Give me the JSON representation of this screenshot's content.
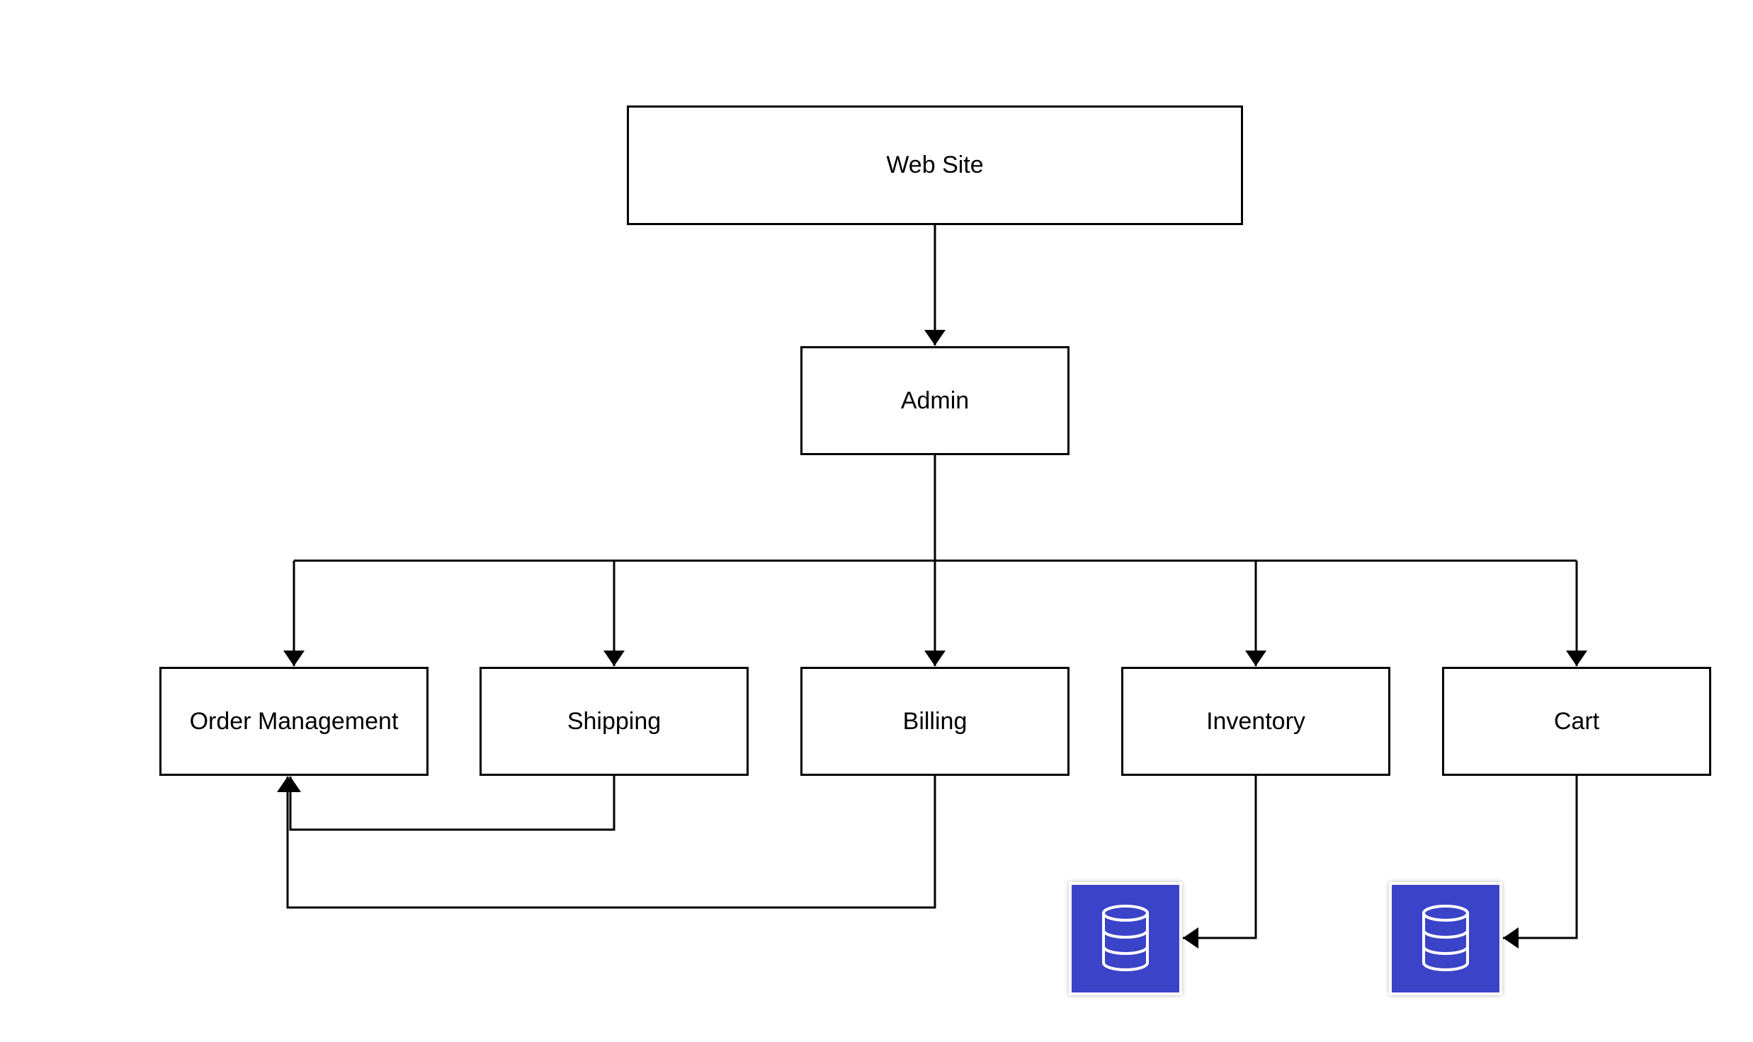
{
  "diagram": {
    "nodes": {
      "web_site": "Web Site",
      "admin": "Admin",
      "order_management": "Order Management",
      "shipping": "Shipping",
      "billing": "Billing",
      "inventory": "Inventory",
      "cart": "Cart"
    },
    "databases": [
      {
        "icon": "database-icon",
        "attached_to": "Inventory"
      },
      {
        "icon": "database-icon",
        "attached_to": "Cart"
      }
    ]
  },
  "colors": {
    "database_fill": "#3b44c8",
    "line": "#000000",
    "background": "#ffffff"
  }
}
